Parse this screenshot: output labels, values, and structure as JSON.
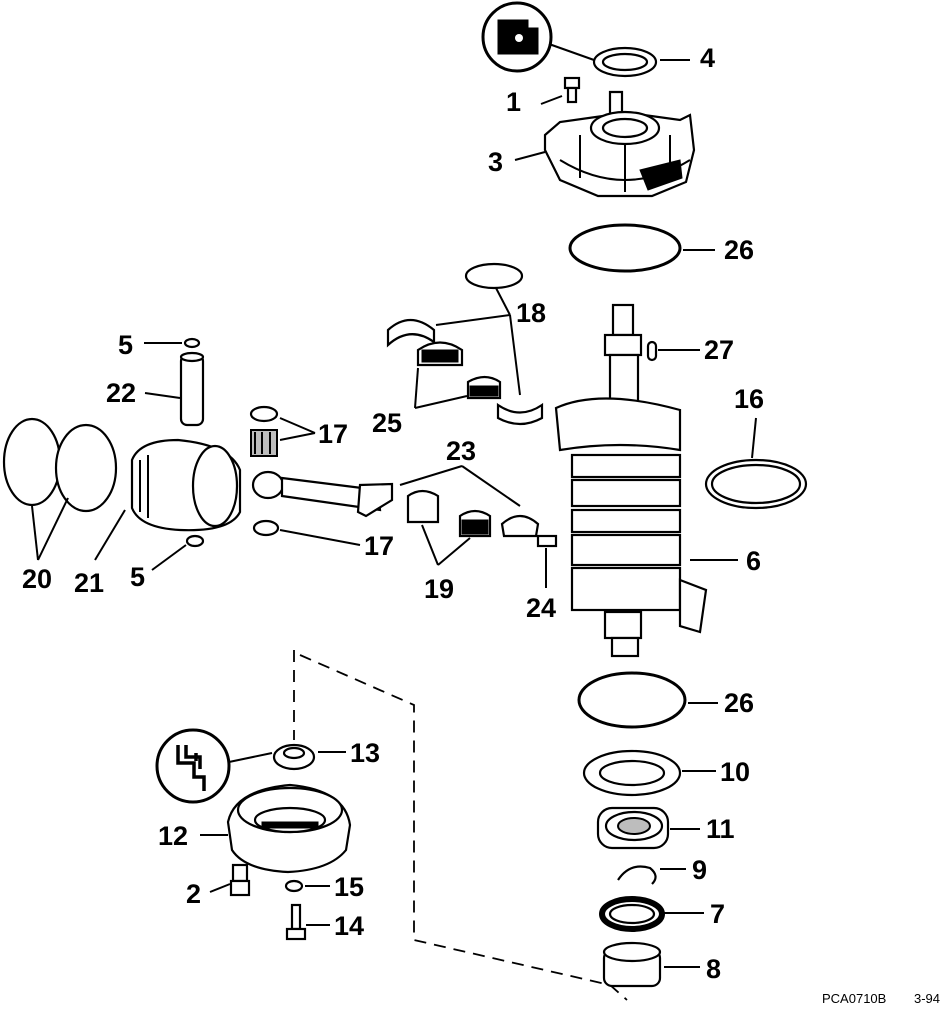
{
  "diagram": {
    "labels": {
      "l1": "1",
      "l2": "2",
      "l3": "3",
      "l4": "4",
      "l5a": "5",
      "l5b": "5",
      "l6": "6",
      "l7": "7",
      "l8": "8",
      "l9": "9",
      "l10": "10",
      "l11": "11",
      "l12": "12",
      "l13": "13",
      "l14": "14",
      "l15": "15",
      "l16": "16",
      "l17a": "17",
      "l17b": "17",
      "l18": "18",
      "l19": "19",
      "l20": "20",
      "l21": "21",
      "l22": "22",
      "l23": "23",
      "l24": "24",
      "l25": "25",
      "l26a": "26",
      "l26b": "26",
      "l27": "27"
    },
    "drawing_code": "PCA0710B",
    "date_code": "3-94",
    "icons": [
      "sealant-tube-icon",
      "sealant-tube-icon"
    ]
  }
}
